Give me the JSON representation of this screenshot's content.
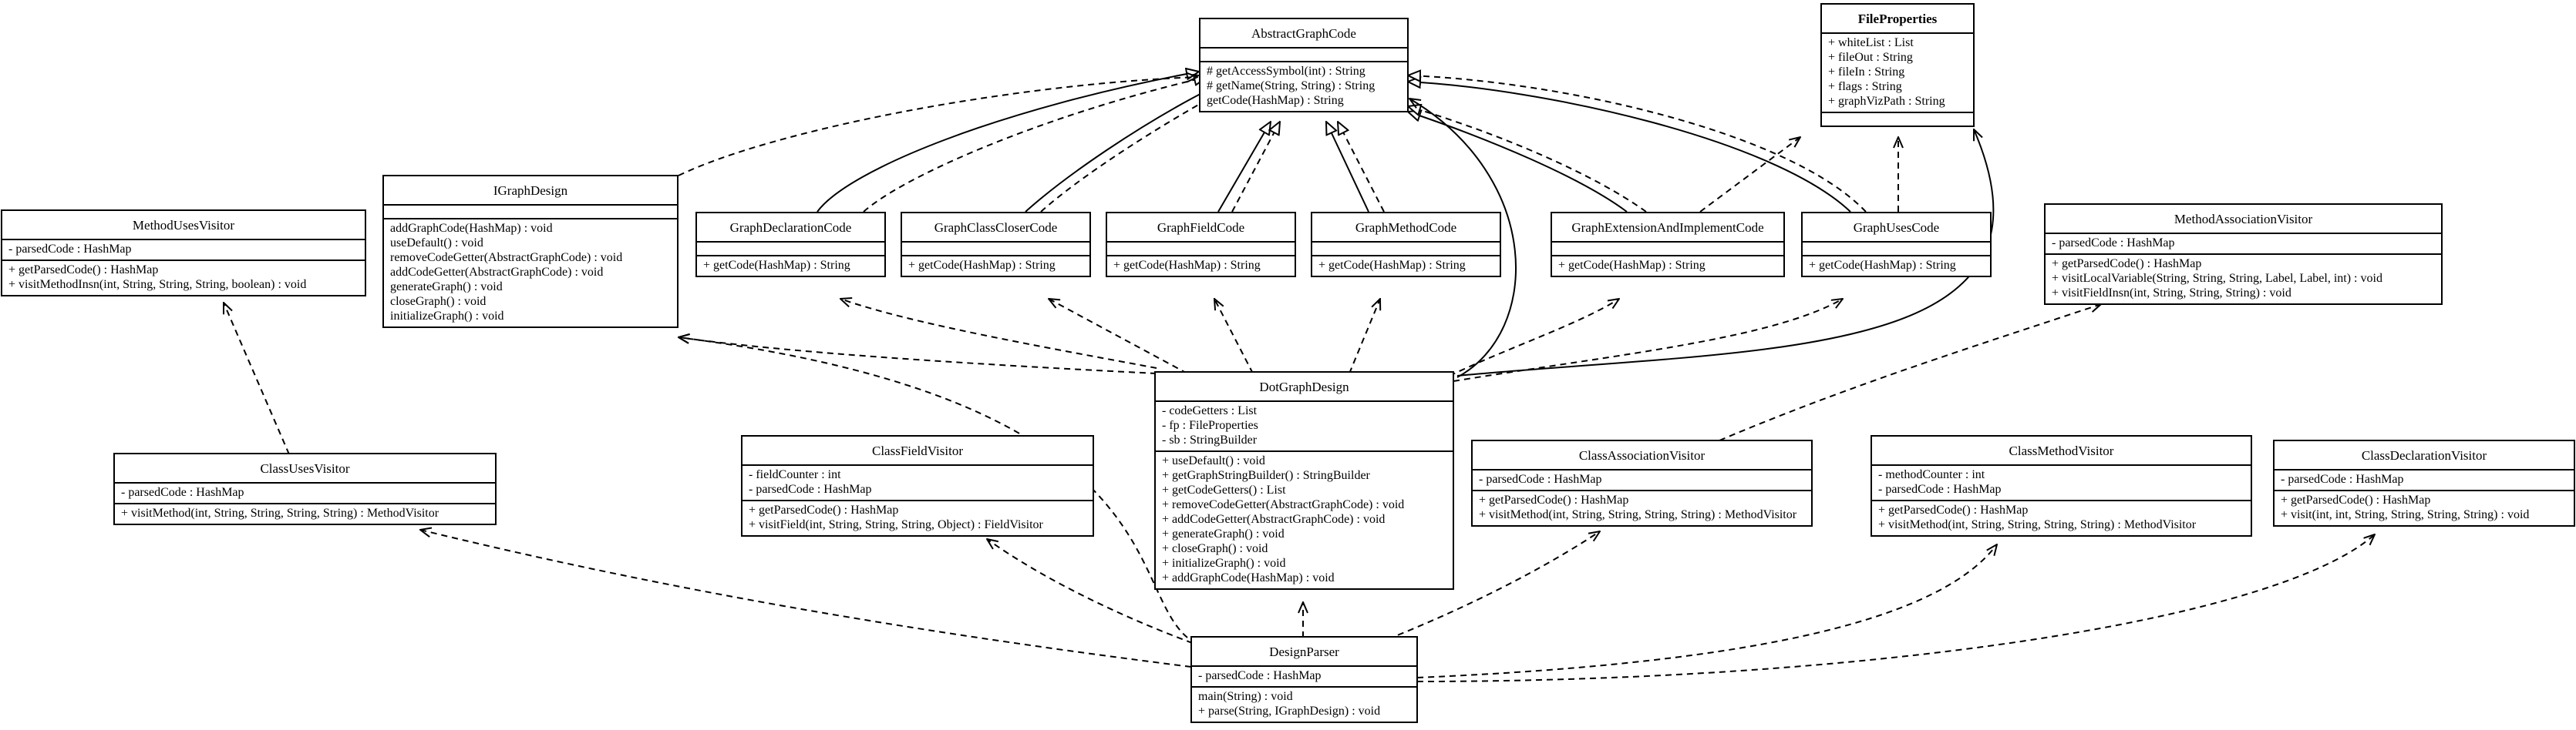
{
  "classes": {
    "abstract_graph_code": {
      "name": "AbstractGraphCode",
      "attributes": [],
      "methods": [
        "# getAccessSymbol(int) : String",
        "# getName(String, String) : String",
        "getCode(HashMap) : String"
      ]
    },
    "file_properties": {
      "name": "FileProperties",
      "attributes": [
        "+ whiteList : List",
        "+ fileOut : String",
        "+ fileIn : String",
        "+ flags : String",
        "+ graphVizPath : String"
      ],
      "methods": []
    },
    "igraph_design": {
      "name": "IGraphDesign",
      "attributes": [],
      "methods": [
        "addGraphCode(HashMap) : void",
        "useDefault() : void",
        "removeCodeGetter(AbstractGraphCode) : void",
        "addCodeGetter(AbstractGraphCode) : void",
        "generateGraph() : void",
        "closeGraph() : void",
        "initializeGraph() : void"
      ]
    },
    "method_uses_visitor": {
      "name": "MethodUsesVisitor",
      "attributes": [
        "- parsedCode : HashMap"
      ],
      "methods": [
        "+ getParsedCode() : HashMap",
        "+ visitMethodInsn(int, String, String, String, boolean) : void"
      ]
    },
    "graph_declaration_code": {
      "name": "GraphDeclarationCode",
      "attributes": [],
      "methods": [
        "+ getCode(HashMap) : String"
      ]
    },
    "graph_class_closer_code": {
      "name": "GraphClassCloserCode",
      "attributes": [],
      "methods": [
        "+ getCode(HashMap) : String"
      ]
    },
    "graph_field_code": {
      "name": "GraphFieldCode",
      "attributes": [],
      "methods": [
        "+ getCode(HashMap) : String"
      ]
    },
    "graph_method_code": {
      "name": "GraphMethodCode",
      "attributes": [],
      "methods": [
        "+ getCode(HashMap) : String"
      ]
    },
    "graph_extension_code": {
      "name": "GraphExtensionAndImplementCode",
      "attributes": [],
      "methods": [
        "+ getCode(HashMap) : String"
      ]
    },
    "graph_uses_code": {
      "name": "GraphUsesCode",
      "attributes": [],
      "methods": [
        "+ getCode(HashMap) : String"
      ]
    },
    "method_association_visitor": {
      "name": "MethodAssociationVisitor",
      "attributes": [
        "- parsedCode : HashMap"
      ],
      "methods": [
        "+ getParsedCode() : HashMap",
        "+ visitLocalVariable(String, String, String, Label, Label, int) : void",
        "+ visitFieldInsn(int, String, String, String) : void"
      ]
    },
    "dot_graph_design": {
      "name": "DotGraphDesign",
      "attributes": [
        "- codeGetters : List",
        "- fp : FileProperties",
        "- sb : StringBuilder"
      ],
      "methods": [
        "+ useDefault() : void",
        "+ getGraphStringBuilder() : StringBuilder",
        "+ getCodeGetters() : List",
        "+ removeCodeGetter(AbstractGraphCode) : void",
        "+ addCodeGetter(AbstractGraphCode) : void",
        "+ generateGraph() : void",
        "+ closeGraph() : void",
        "+ initializeGraph() : void",
        "+ addGraphCode(HashMap) : void"
      ]
    },
    "class_uses_visitor": {
      "name": "ClassUsesVisitor",
      "attributes": [
        "- parsedCode : HashMap"
      ],
      "methods": [
        "+ visitMethod(int, String, String, String, String) : MethodVisitor"
      ]
    },
    "class_field_visitor": {
      "name": "ClassFieldVisitor",
      "attributes": [
        "- fieldCounter : int",
        "- parsedCode : HashMap"
      ],
      "methods": [
        "+ getParsedCode() : HashMap",
        "+ visitField(int, String, String, String, Object) : FieldVisitor"
      ]
    },
    "class_association_visitor": {
      "name": "ClassAssociationVisitor",
      "attributes": [
        "- parsedCode : HashMap"
      ],
      "methods": [
        "+ getParsedCode() : HashMap",
        "+ visitMethod(int, String, String, String, String) : MethodVisitor"
      ]
    },
    "class_method_visitor": {
      "name": "ClassMethodVisitor",
      "attributes": [
        "- methodCounter : int",
        "- parsedCode : HashMap"
      ],
      "methods": [
        "+ getParsedCode() : HashMap",
        "+ visitMethod(int, String, String, String, String) : MethodVisitor"
      ]
    },
    "class_declaration_visitor": {
      "name": "ClassDeclarationVisitor",
      "attributes": [
        "- parsedCode : HashMap"
      ],
      "methods": [
        "+ getParsedCode() : HashMap",
        "+ visit(int, int, String, String, String, String) : void"
      ]
    },
    "design_parser": {
      "name": "DesignParser",
      "attributes": [
        "- parsedCode : HashMap"
      ],
      "methods": [
        "main(String) : void",
        "+ parse(String, IGraphDesign) : void"
      ]
    }
  }
}
